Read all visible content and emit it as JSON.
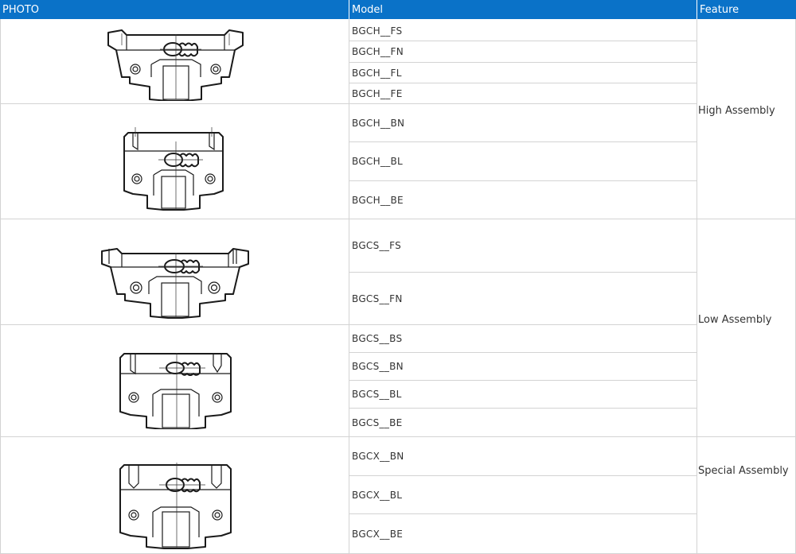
{
  "header": {
    "photo": "PHOTO",
    "model": "Model",
    "feature": "Feature"
  },
  "photos": [
    {
      "icon": "flange-type-guide-block-drawing"
    },
    {
      "icon": "square-type-guide-block-drawing"
    },
    {
      "icon": "low-flange-type-guide-block-drawing"
    },
    {
      "icon": "low-square-type-guide-block-drawing"
    },
    {
      "icon": "special-square-type-guide-block-drawing"
    }
  ],
  "models": [
    "BGCH__FS",
    "BGCH__FN",
    "BGCH__FL",
    "BGCH__FE",
    "BGCH__BN",
    "BGCH__BL",
    "BGCH__BE",
    "BGCS__FS",
    "BGCS__FN",
    "BGCS__BS",
    "BGCS__BN",
    "BGCS__BL",
    "BGCS__BE",
    "BGCX__BN",
    "BGCX__BL",
    "BGCX__BE"
  ],
  "features": [
    "High Assembly",
    "Low Assembly",
    "Special Assembly"
  ],
  "colors": {
    "header_bg": "#0a72c8",
    "header_text": "#ffffff",
    "border": "#d3d3d3",
    "text": "#333333"
  }
}
